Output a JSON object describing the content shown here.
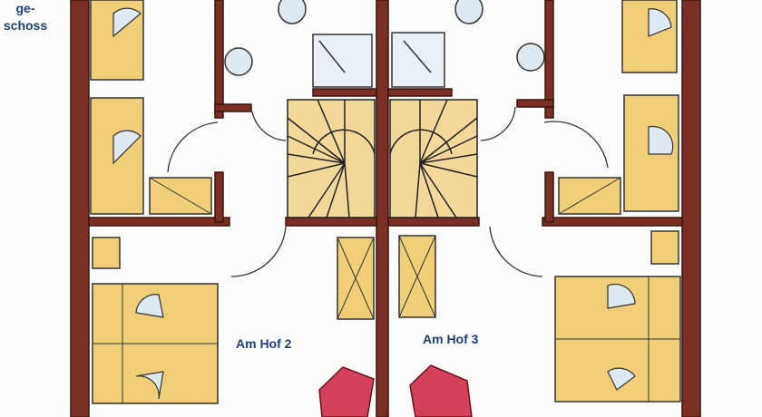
{
  "floor_label": {
    "line1": "ge-",
    "line2": "schoss"
  },
  "units": [
    {
      "label": "Am Hof 2"
    },
    {
      "label": "Am Hof 3"
    }
  ],
  "colors": {
    "wall": "#7b2f24",
    "furniture": "#f0cf78",
    "chair": "#d5405a",
    "text": "#1f3f7a"
  }
}
